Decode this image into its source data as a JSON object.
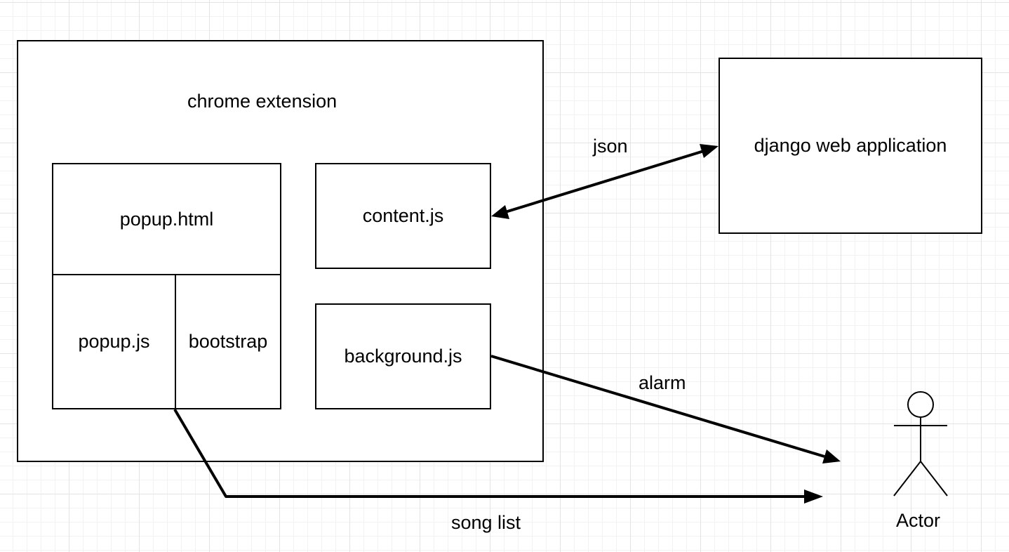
{
  "diagram": {
    "container_label": "chrome extension",
    "popup_html": "popup.html",
    "popup_js": "popup.js",
    "bootstrap": "bootstrap",
    "content_js": "content.js",
    "background_js": "background.js",
    "django": "django web application",
    "actor": "Actor",
    "edges": {
      "json": "json",
      "alarm": "alarm",
      "song_list": "song list"
    }
  }
}
